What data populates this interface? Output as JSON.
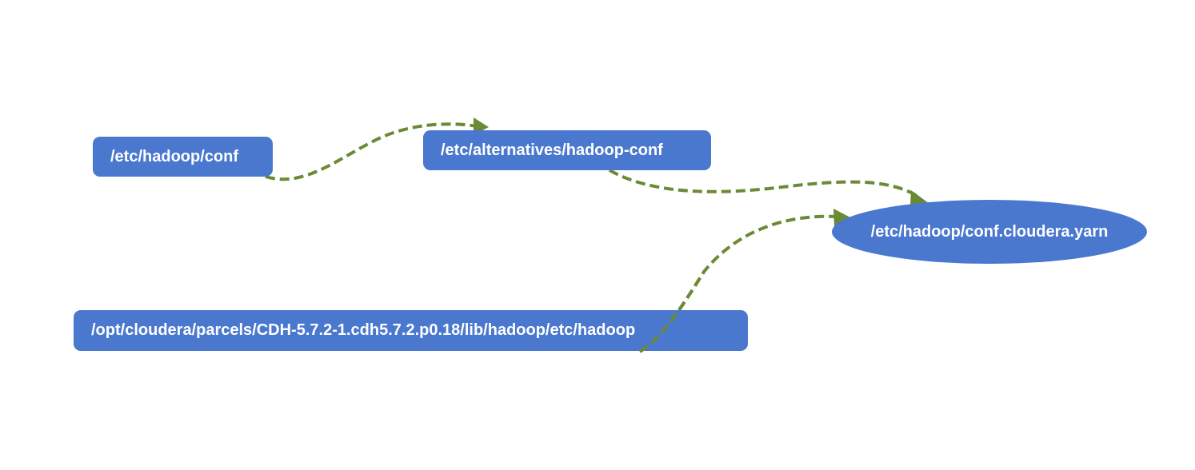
{
  "diagram": {
    "nodes": [
      {
        "id": "hadoop_conf",
        "label": "/etc/hadoop/conf",
        "shape": "rounded-rect"
      },
      {
        "id": "alternatives",
        "label": "/etc/alternatives/hadoop-conf",
        "shape": "rounded-rect"
      },
      {
        "id": "yarn_conf",
        "label": "/etc/hadoop/conf.cloudera.yarn",
        "shape": "ellipse"
      },
      {
        "id": "parcel_conf",
        "label": "/opt/cloudera/parcels/CDH-5.7.2-1.cdh5.7.2.p0.18/lib/hadoop/etc/hadoop",
        "shape": "rounded-rect"
      }
    ],
    "edges": [
      {
        "from": "hadoop_conf",
        "to": "alternatives",
        "style": "dashed"
      },
      {
        "from": "alternatives",
        "to": "yarn_conf",
        "style": "dashed"
      },
      {
        "from": "parcel_conf",
        "to": "yarn_conf",
        "style": "dashed"
      }
    ],
    "colors": {
      "node_fill": "#4a78cf",
      "node_text": "#ffffff",
      "edge": "#6b8a35"
    }
  }
}
